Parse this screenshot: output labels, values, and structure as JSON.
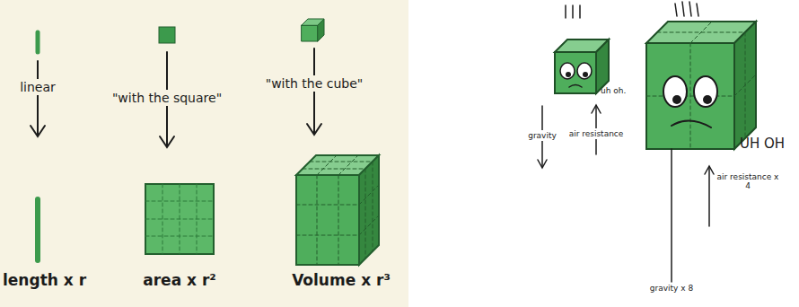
{
  "diagram": {
    "labels": [
      "linear",
      "\"with the square\"",
      "\"with the cube\"",
      "length x r",
      "area x r²",
      "Volume x r³",
      "uh oh.",
      "gravity",
      "air resistance",
      "UH OH",
      "air resistance x 4",
      "gravity x 8"
    ]
  }
}
